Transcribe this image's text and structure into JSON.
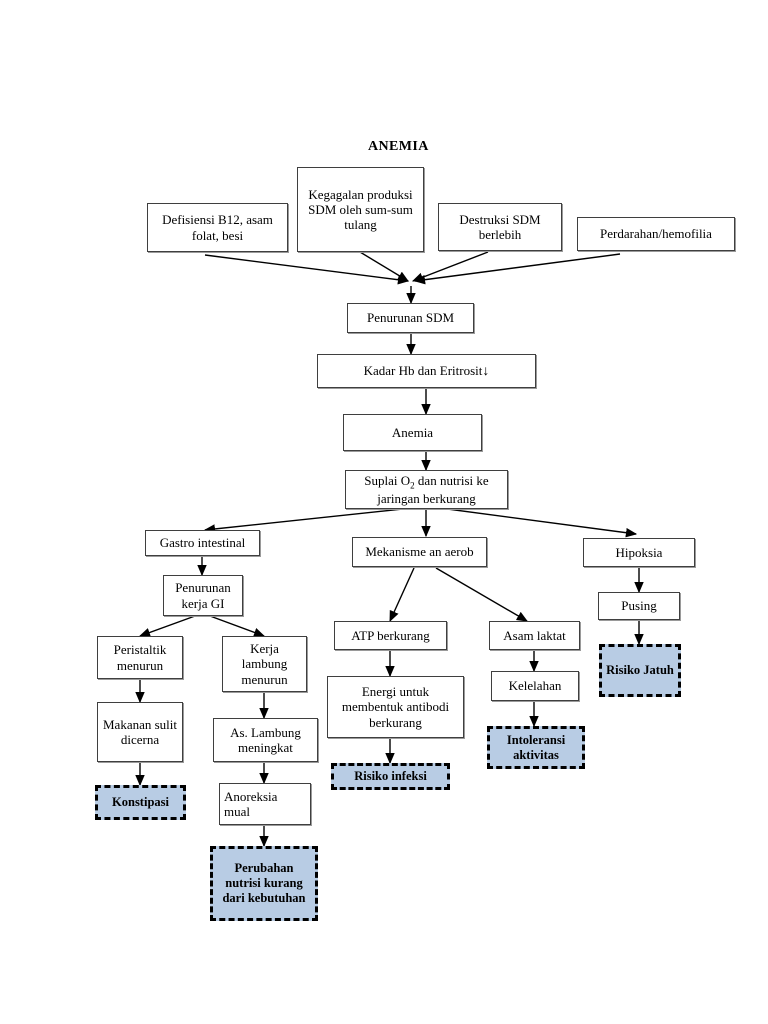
{
  "title": "ANEMIA",
  "colors": {
    "diagnosis_fill": "#b8cce4",
    "box_border": "#3f3f3f",
    "dashed_border": "#000000",
    "background": "#ffffff"
  },
  "nodes": {
    "defisiensi": "Defisiensi B12, asam folat, besi",
    "kegagalan": "Kegagalan produksi SDM oleh sum-sum tulang",
    "destruksi": "Destruksi SDM berlebih",
    "perdarahan": "Perdarahan/hemofilia",
    "penurunan_sdm": "Penurunan SDM",
    "kadar_hb": "Kadar Hb dan Eritrosit",
    "kadar_hb_arrow": "↓",
    "anemia": "Anemia",
    "suplai_o2_pre": "Suplai O",
    "suplai_o2_sub": "2",
    "suplai_o2_post": " dan nutrisi ke jaringan berkurang",
    "gastro": "Gastro intestinal",
    "mekanisme": "Mekanisme an aerob",
    "hipoksia": "Hipoksia",
    "penurunan_gi": "Penurunan kerja GI",
    "atp": "ATP berkurang",
    "asam_laktat": "Asam laktat",
    "pusing": "Pusing",
    "peristaltik": "Peristaltik menurun",
    "kerja_lambung": "Kerja lambung menurun",
    "energi": "Energi untuk membentuk antibodi berkurang",
    "kelelahan": "Kelelahan",
    "risiko_jatuh": "Risiko Jatuh",
    "makanan": "Makanan sulit dicerna",
    "as_lambung": "As. Lambung meningkat",
    "risiko_infeksi": "Risiko infeksi",
    "intoleransi": "Intoleransi aktivitas",
    "konstipasi": "Konstipasi",
    "anoreksia": "Anoreksia mual",
    "perubahan_nutrisi": "Perubahan nutrisi kurang dari kebutuhan"
  }
}
